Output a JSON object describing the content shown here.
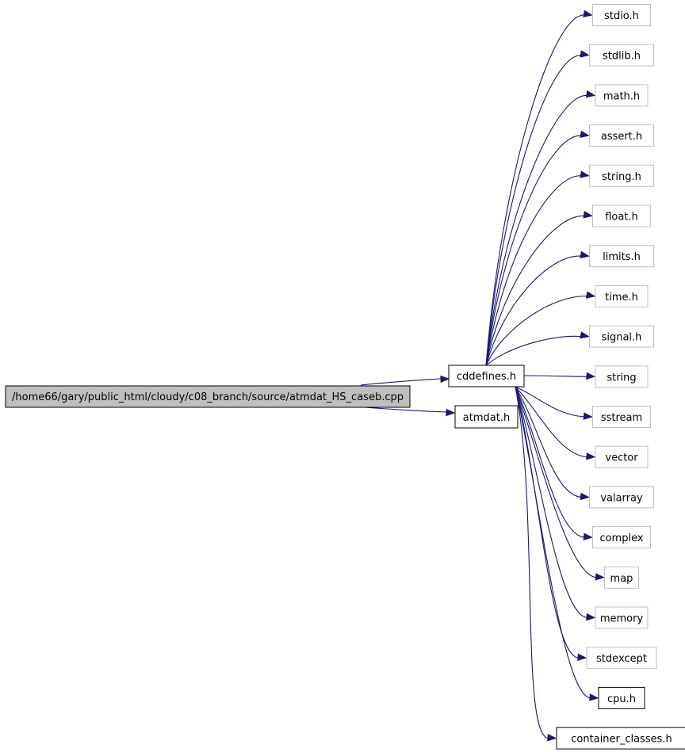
{
  "diagram": {
    "root": {
      "label": "/home66/gary/public_html/cloudy/c08_branch/source/atmdat_HS_caseb.cpp"
    },
    "hub": {
      "label": "cddefines.h"
    },
    "atmdat": {
      "label": "atmdat.h"
    },
    "headers": [
      {
        "label": "stdio.h",
        "internal": false
      },
      {
        "label": "stdlib.h",
        "internal": false
      },
      {
        "label": "math.h",
        "internal": false
      },
      {
        "label": "assert.h",
        "internal": false
      },
      {
        "label": "string.h",
        "internal": false
      },
      {
        "label": "float.h",
        "internal": false
      },
      {
        "label": "limits.h",
        "internal": false
      },
      {
        "label": "time.h",
        "internal": false
      },
      {
        "label": "signal.h",
        "internal": false
      },
      {
        "label": "string",
        "internal": false
      },
      {
        "label": "sstream",
        "internal": false
      },
      {
        "label": "vector",
        "internal": false
      },
      {
        "label": "valarray",
        "internal": false
      },
      {
        "label": "complex",
        "internal": false
      },
      {
        "label": "map",
        "internal": false
      },
      {
        "label": "memory",
        "internal": false
      },
      {
        "label": "stdexcept",
        "internal": false
      },
      {
        "label": "cpu.h",
        "internal": true
      },
      {
        "label": "container_classes.h",
        "internal": true
      }
    ]
  }
}
